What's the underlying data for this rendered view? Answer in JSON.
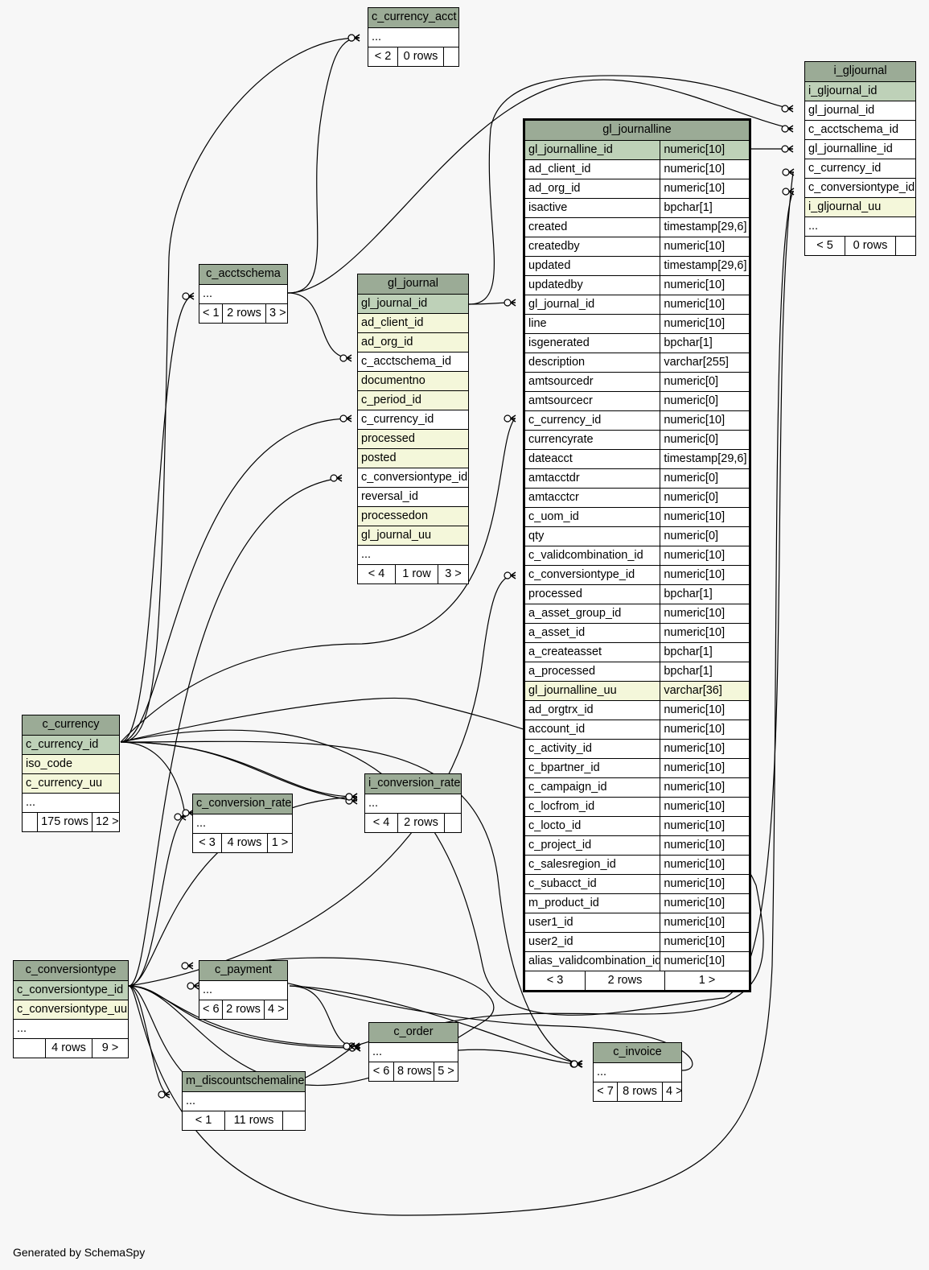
{
  "credit": "Generated by SchemaSpy",
  "tables": [
    {
      "id": "c_currency_acct",
      "name": "c_currency_acct",
      "rows": [
        {
          "c": [
            "..."
          ]
        }
      ],
      "footer": [
        "< 2",
        "0 rows",
        ""
      ]
    },
    {
      "id": "i_gljournal",
      "name": "i_gljournal",
      "rows": [
        {
          "c": [
            "i_gljournal_id"
          ],
          "k": "pk"
        },
        {
          "c": [
            "gl_journal_id"
          ]
        },
        {
          "c": [
            "c_acctschema_id"
          ]
        },
        {
          "c": [
            "gl_journalline_id"
          ]
        },
        {
          "c": [
            "c_currency_id"
          ]
        },
        {
          "c": [
            "c_conversiontype_id"
          ]
        },
        {
          "c": [
            "i_gljournal_uu"
          ],
          "k": "idx"
        },
        {
          "c": [
            "..."
          ]
        }
      ],
      "footer": [
        "< 5",
        "0 rows",
        ""
      ]
    },
    {
      "id": "gl_journalline",
      "name": "gl_journalline",
      "rows": [
        {
          "c": [
            "gl_journalline_id",
            "numeric[10]"
          ],
          "k": "pk"
        },
        {
          "c": [
            "ad_client_id",
            "numeric[10]"
          ]
        },
        {
          "c": [
            "ad_org_id",
            "numeric[10]"
          ]
        },
        {
          "c": [
            "isactive",
            "bpchar[1]"
          ]
        },
        {
          "c": [
            "created",
            "timestamp[29,6]"
          ]
        },
        {
          "c": [
            "createdby",
            "numeric[10]"
          ]
        },
        {
          "c": [
            "updated",
            "timestamp[29,6]"
          ]
        },
        {
          "c": [
            "updatedby",
            "numeric[10]"
          ]
        },
        {
          "c": [
            "gl_journal_id",
            "numeric[10]"
          ]
        },
        {
          "c": [
            "line",
            "numeric[10]"
          ]
        },
        {
          "c": [
            "isgenerated",
            "bpchar[1]"
          ]
        },
        {
          "c": [
            "description",
            "varchar[255]"
          ]
        },
        {
          "c": [
            "amtsourcedr",
            "numeric[0]"
          ]
        },
        {
          "c": [
            "amtsourcecr",
            "numeric[0]"
          ]
        },
        {
          "c": [
            "c_currency_id",
            "numeric[10]"
          ]
        },
        {
          "c": [
            "currencyrate",
            "numeric[0]"
          ]
        },
        {
          "c": [
            "dateacct",
            "timestamp[29,6]"
          ]
        },
        {
          "c": [
            "amtacctdr",
            "numeric[0]"
          ]
        },
        {
          "c": [
            "amtacctcr",
            "numeric[0]"
          ]
        },
        {
          "c": [
            "c_uom_id",
            "numeric[10]"
          ]
        },
        {
          "c": [
            "qty",
            "numeric[0]"
          ]
        },
        {
          "c": [
            "c_validcombination_id",
            "numeric[10]"
          ]
        },
        {
          "c": [
            "c_conversiontype_id",
            "numeric[10]"
          ]
        },
        {
          "c": [
            "processed",
            "bpchar[1]"
          ]
        },
        {
          "c": [
            "a_asset_group_id",
            "numeric[10]"
          ]
        },
        {
          "c": [
            "a_asset_id",
            "numeric[10]"
          ]
        },
        {
          "c": [
            "a_createasset",
            "bpchar[1]"
          ]
        },
        {
          "c": [
            "a_processed",
            "bpchar[1]"
          ]
        },
        {
          "c": [
            "gl_journalline_uu",
            "varchar[36]"
          ],
          "k": "idx"
        },
        {
          "c": [
            "ad_orgtrx_id",
            "numeric[10]"
          ]
        },
        {
          "c": [
            "account_id",
            "numeric[10]"
          ]
        },
        {
          "c": [
            "c_activity_id",
            "numeric[10]"
          ]
        },
        {
          "c": [
            "c_bpartner_id",
            "numeric[10]"
          ]
        },
        {
          "c": [
            "c_campaign_id",
            "numeric[10]"
          ]
        },
        {
          "c": [
            "c_locfrom_id",
            "numeric[10]"
          ]
        },
        {
          "c": [
            "c_locto_id",
            "numeric[10]"
          ]
        },
        {
          "c": [
            "c_project_id",
            "numeric[10]"
          ]
        },
        {
          "c": [
            "c_salesregion_id",
            "numeric[10]"
          ]
        },
        {
          "c": [
            "c_subacct_id",
            "numeric[10]"
          ]
        },
        {
          "c": [
            "m_product_id",
            "numeric[10]"
          ]
        },
        {
          "c": [
            "user1_id",
            "numeric[10]"
          ]
        },
        {
          "c": [
            "user2_id",
            "numeric[10]"
          ]
        },
        {
          "c": [
            "alias_validcombination_id",
            "numeric[10]"
          ]
        }
      ],
      "footer": [
        "< 3",
        "2 rows",
        "1 >"
      ]
    },
    {
      "id": "c_acctschema",
      "name": "c_acctschema",
      "rows": [
        {
          "c": [
            "..."
          ]
        }
      ],
      "footer": [
        "< 1",
        "2 rows",
        "3 >"
      ]
    },
    {
      "id": "gl_journal",
      "name": "gl_journal",
      "rows": [
        {
          "c": [
            "gl_journal_id"
          ],
          "k": "pk"
        },
        {
          "c": [
            "ad_client_id"
          ],
          "k": "idx"
        },
        {
          "c": [
            "ad_org_id"
          ],
          "k": "idx"
        },
        {
          "c": [
            "c_acctschema_id"
          ]
        },
        {
          "c": [
            "documentno"
          ],
          "k": "idx"
        },
        {
          "c": [
            "c_period_id"
          ],
          "k": "idx"
        },
        {
          "c": [
            "c_currency_id"
          ]
        },
        {
          "c": [
            "processed"
          ],
          "k": "idx"
        },
        {
          "c": [
            "posted"
          ],
          "k": "idx"
        },
        {
          "c": [
            "c_conversiontype_id"
          ]
        },
        {
          "c": [
            "reversal_id"
          ]
        },
        {
          "c": [
            "processedon"
          ],
          "k": "idx"
        },
        {
          "c": [
            "gl_journal_uu"
          ],
          "k": "idx"
        },
        {
          "c": [
            "..."
          ]
        }
      ],
      "footer": [
        "< 4",
        "1 row",
        "3 >"
      ]
    },
    {
      "id": "c_currency",
      "name": "c_currency",
      "rows": [
        {
          "c": [
            "c_currency_id"
          ],
          "k": "pk"
        },
        {
          "c": [
            "iso_code"
          ],
          "k": "idx"
        },
        {
          "c": [
            "c_currency_uu"
          ],
          "k": "idx"
        },
        {
          "c": [
            "..."
          ]
        }
      ],
      "footer": [
        "",
        "175 rows",
        "12 >"
      ]
    },
    {
      "id": "c_conversion_rate",
      "name": "c_conversion_rate",
      "rows": [
        {
          "c": [
            "..."
          ]
        }
      ],
      "footer": [
        "< 3",
        "4 rows",
        "1 >"
      ]
    },
    {
      "id": "i_conversion_rate",
      "name": "i_conversion_rate",
      "rows": [
        {
          "c": [
            "..."
          ]
        }
      ],
      "footer": [
        "< 4",
        "2 rows",
        ""
      ]
    },
    {
      "id": "c_conversiontype",
      "name": "c_conversiontype",
      "rows": [
        {
          "c": [
            "c_conversiontype_id"
          ],
          "k": "pk"
        },
        {
          "c": [
            "c_conversiontype_uu"
          ],
          "k": "idx"
        },
        {
          "c": [
            "..."
          ]
        }
      ],
      "footer": [
        "",
        "4 rows",
        "9 >"
      ]
    },
    {
      "id": "c_payment",
      "name": "c_payment",
      "rows": [
        {
          "c": [
            "..."
          ]
        }
      ],
      "footer": [
        "< 6",
        "2 rows",
        "4 >"
      ]
    },
    {
      "id": "c_order",
      "name": "c_order",
      "rows": [
        {
          "c": [
            "..."
          ]
        }
      ],
      "footer": [
        "< 6",
        "8 rows",
        "5 >"
      ]
    },
    {
      "id": "m_discountschemaline",
      "name": "m_discountschemaline",
      "rows": [
        {
          "c": [
            "..."
          ]
        }
      ],
      "footer": [
        "< 1",
        "11 rows",
        ""
      ]
    },
    {
      "id": "c_invoice",
      "name": "c_invoice",
      "rows": [
        {
          "c": [
            "..."
          ]
        }
      ],
      "footer": [
        "< 7",
        "8 rows",
        "4 >"
      ]
    }
  ]
}
